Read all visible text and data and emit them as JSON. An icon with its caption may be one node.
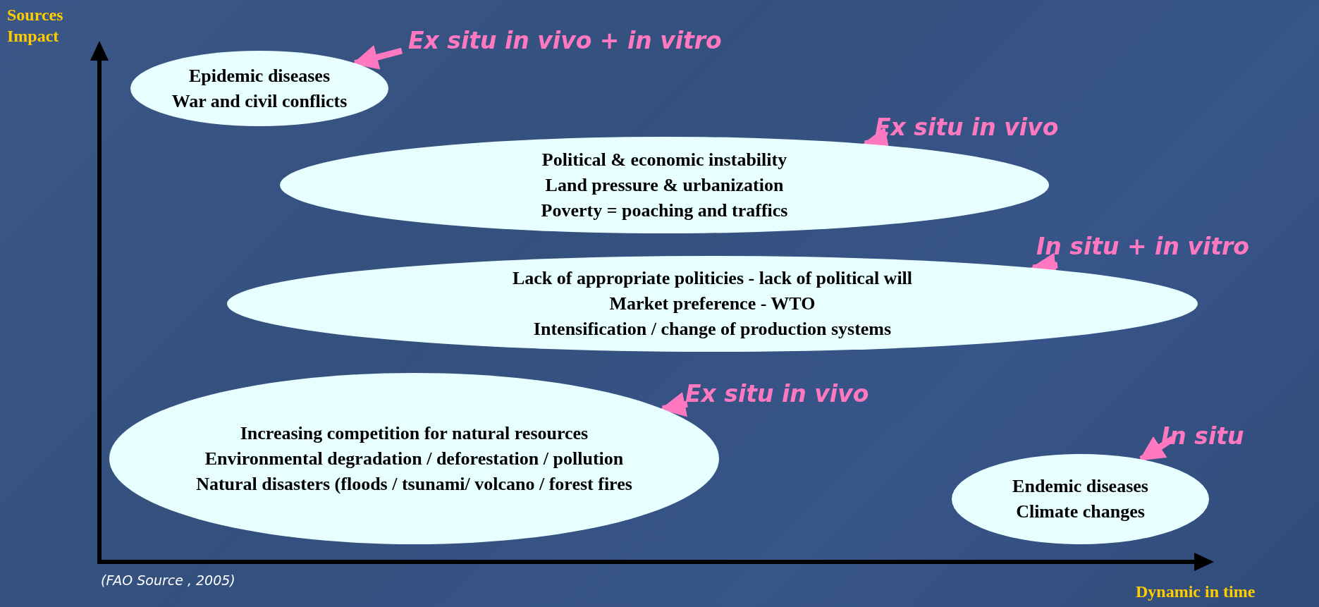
{
  "diagram": {
    "nodes": [
      {
        "text": [
          "Ex situ in vivo + in vitro"
        ]
      },
      {
        "text": [
          "Epidemic diseases",
          "War and civil conflicts"
        ]
      },
      {
        "text": [
          "Ex situ in vivo"
        ]
      },
      {
        "text": [
          "Political & economic instability",
          "Land pressure & urbanization",
          "Poverty = poaching and traffics"
        ]
      },
      {
        "text": [
          "In situ + in vitro"
        ]
      },
      {
        "text": [
          "Lack of appropriate politicies - lack of political will",
          "Market preference - WTO",
          "Intensification / change of production systems"
        ]
      },
      {
        "text": [
          "Ex situ in vivo"
        ]
      },
      {
        "text": [
          "Increasing competition for natural resources",
          "Environmental degradation / deforestation / pollution",
          "Natural disasters (floods / tsunami/ volcano / forest fires"
        ]
      },
      {
        "text": [
          "In situ"
        ]
      },
      {
        "text": [
          "Endemic diseases",
          "Climate changes"
        ]
      }
    ],
    "edges": [
      {
        "from": 0,
        "to": 1,
        "arrow": "to"
      },
      {
        "from": 2,
        "to": 3,
        "arrow": "to"
      },
      {
        "from": 4,
        "to": 5,
        "arrow": "to"
      },
      {
        "from": 6,
        "to": 7,
        "arrow": "to"
      },
      {
        "from": 8,
        "to": 9,
        "arrow": "to"
      }
    ],
    "labels": [
      "Sources Impact",
      "Dynamic in time",
      "(FAO Source , 2005)"
    ]
  }
}
